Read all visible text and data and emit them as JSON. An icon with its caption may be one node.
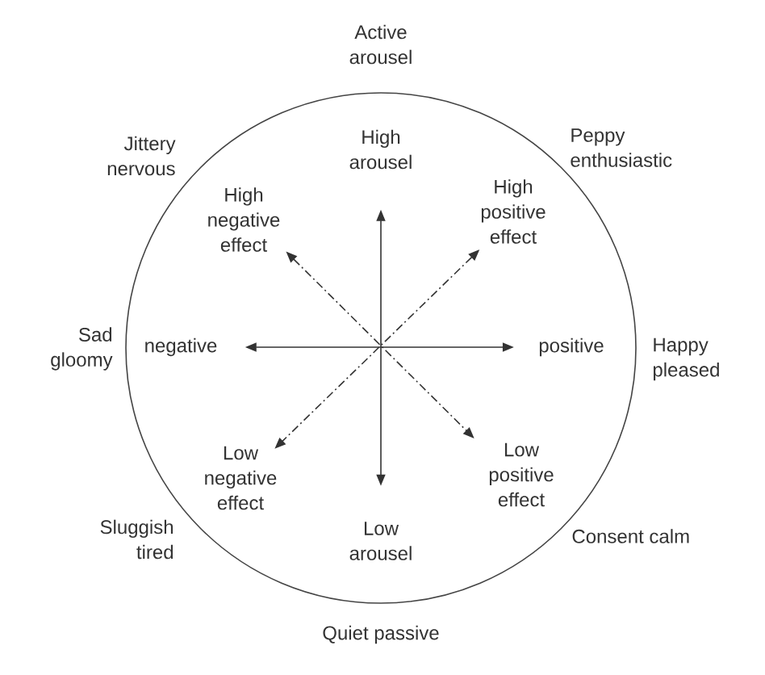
{
  "diagram": {
    "nodes": [
      {
        "text": [],
        "shape": "circle"
      },
      {
        "text": [
          "High arousel"
        ],
        "in": 0
      },
      {
        "text": [
          "High negative effect"
        ],
        "in": 0
      },
      {
        "text": [
          "High positive effect"
        ],
        "in": 0
      },
      {
        "text": [
          "negative"
        ],
        "in": 0
      },
      {
        "text": [
          "positive"
        ],
        "in": 0
      },
      {
        "text": [
          "Low negative effect"
        ],
        "in": 0
      },
      {
        "text": [
          "Low positive effect"
        ],
        "in": 0
      },
      {
        "text": [
          "Low arousel"
        ],
        "in": 0
      }
    ],
    "edges": [
      {
        "from": 1,
        "to": 8,
        "arrow": "both"
      },
      {
        "from": 4,
        "to": 5,
        "arrow": "both"
      },
      {
        "from": 2,
        "to": 7,
        "arrow": "both",
        "style": "dashed"
      },
      {
        "from": 3,
        "to": 6,
        "arrow": "both",
        "style": "dashed"
      }
    ],
    "labels": [
      "Active arousel",
      "Jittery nervous",
      "Peppy enthusiastic",
      "Sad gloomy",
      "Happy pleased",
      "Sluggish tired",
      "Consent calm",
      "Quiet passive"
    ]
  }
}
